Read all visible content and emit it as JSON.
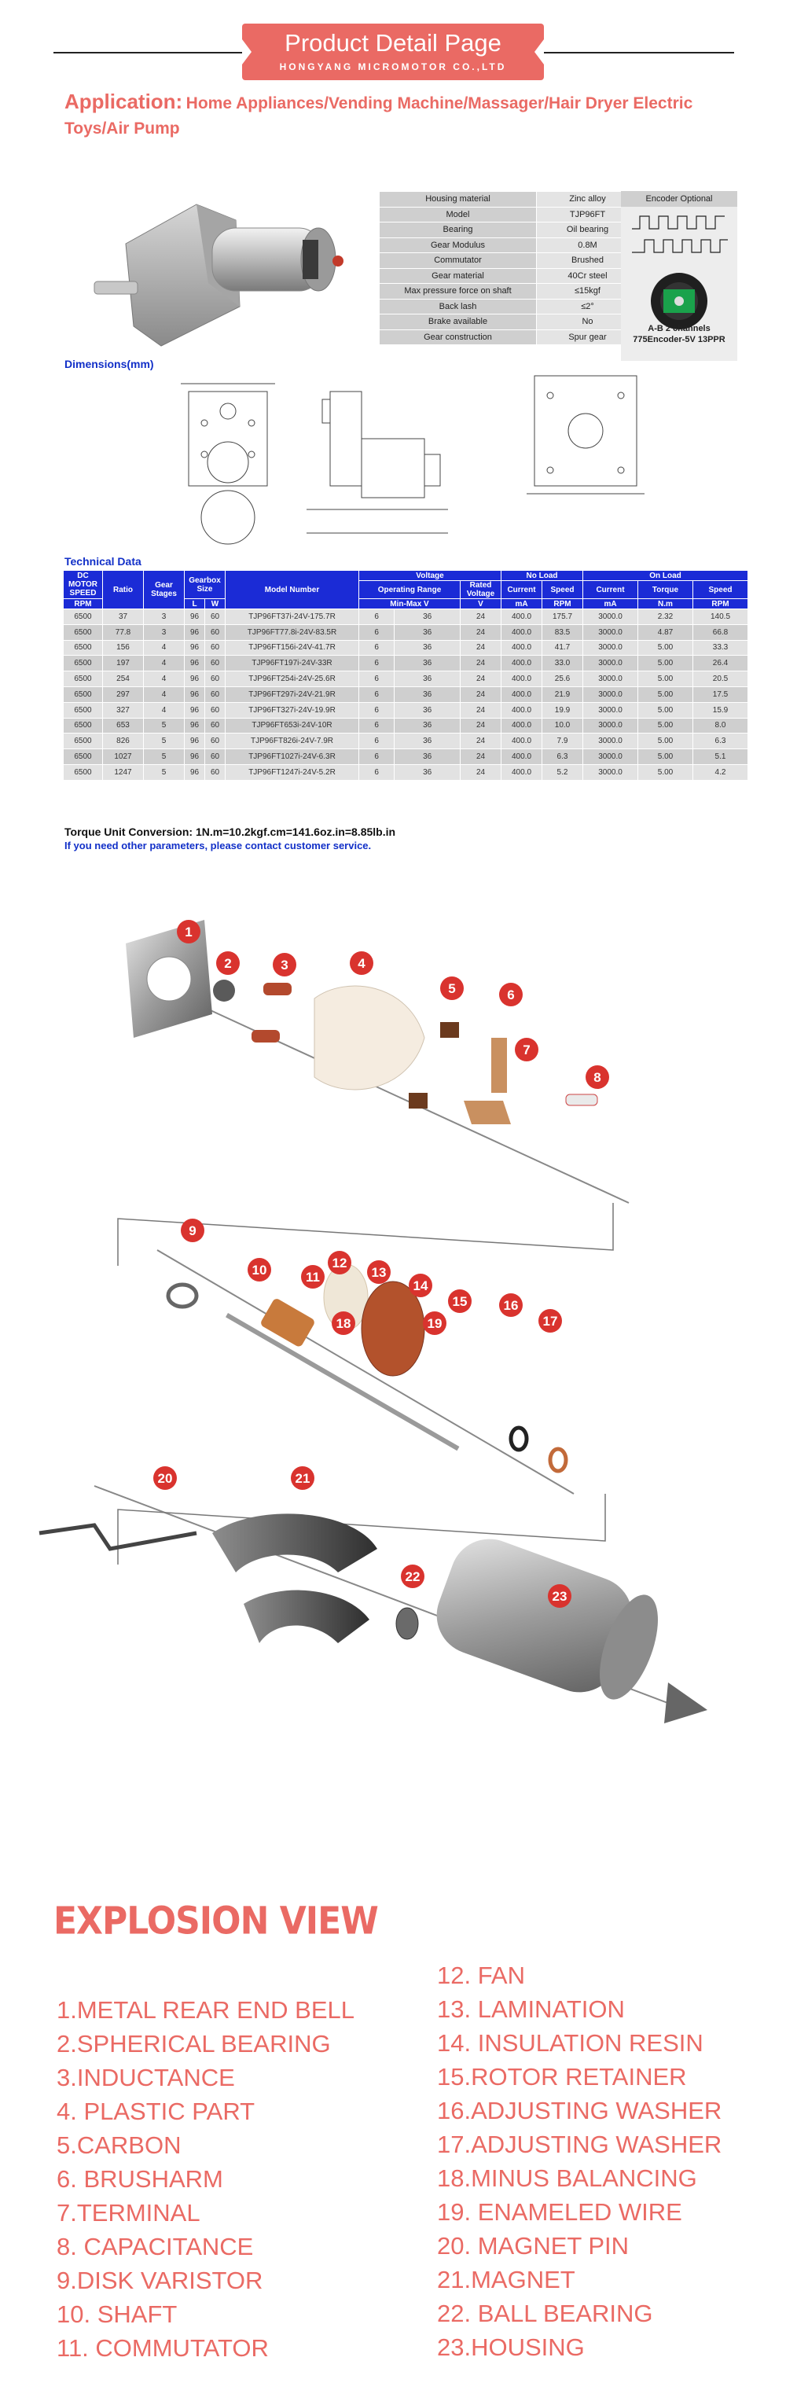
{
  "header": {
    "title": "Product Detail Page",
    "subtitle": "HONGYANG MICROMOTOR CO.,LTD"
  },
  "application": {
    "label": "Application:",
    "text": "Home Appliances/Vending Machine/Massager/Hair Dryer Electric Toys/Air Pump"
  },
  "specs": {
    "rows": [
      {
        "key": "Housing material",
        "value": "Zinc alloy"
      },
      {
        "key": "Model",
        "value": "TJP96FT"
      },
      {
        "key": "Bearing",
        "value": "Oil bearing"
      },
      {
        "key": "Gear Modulus",
        "value": "0.8M"
      },
      {
        "key": "Commutator",
        "value": "Brushed"
      },
      {
        "key": "Gear material",
        "value": "40Cr steel"
      },
      {
        "key": "Max pressure force on shaft",
        "value": "≤15kgf"
      },
      {
        "key": "Back lash",
        "value": "≤2°"
      },
      {
        "key": "Brake available",
        "value": "No"
      },
      {
        "key": "Gear construction",
        "value": "Spur gear"
      }
    ]
  },
  "encoder": {
    "title": "Encoder Optional",
    "caption_line1": "A-B 2 channels",
    "caption_line2": "775Encoder-5V 13PPR"
  },
  "dimensions_label": "Dimensions(mm)",
  "tech": {
    "label": "Technical Data",
    "headers": {
      "dc_speed": "DC MOTOR SPEED",
      "ratio": "Ratio",
      "gear_stages": "Gear Stages",
      "gearbox_size": "Gearbox Size",
      "model_number": "Model Number",
      "voltage": "Voltage",
      "no_load": "No Load",
      "on_load": "On Load",
      "operating_range": "Operating Range",
      "rated_voltage": "Rated Voltage",
      "current": "Current",
      "speed": "Speed",
      "torque": "Torque",
      "size_l": "L",
      "size_w": "W"
    },
    "units": {
      "rpm": "RPM",
      "min_max_v": "Min-Max V",
      "v": "V",
      "ma": "mA",
      "nm": "N.m"
    },
    "rows": [
      [
        "6500",
        "37",
        "3",
        "96",
        "60",
        "TJP96FT37i-24V-175.7R",
        "6",
        "36",
        "24",
        "400.0",
        "175.7",
        "3000.0",
        "2.32",
        "140.5"
      ],
      [
        "6500",
        "77.8",
        "3",
        "96",
        "60",
        "TJP96FT77.8i-24V-83.5R",
        "6",
        "36",
        "24",
        "400.0",
        "83.5",
        "3000.0",
        "4.87",
        "66.8"
      ],
      [
        "6500",
        "156",
        "4",
        "96",
        "60",
        "TJP96FT156i-24V-41.7R",
        "6",
        "36",
        "24",
        "400.0",
        "41.7",
        "3000.0",
        "5.00",
        "33.3"
      ],
      [
        "6500",
        "197",
        "4",
        "96",
        "60",
        "TJP96FT197i-24V-33R",
        "6",
        "36",
        "24",
        "400.0",
        "33.0",
        "3000.0",
        "5.00",
        "26.4"
      ],
      [
        "6500",
        "254",
        "4",
        "96",
        "60",
        "TJP96FT254i-24V-25.6R",
        "6",
        "36",
        "24",
        "400.0",
        "25.6",
        "3000.0",
        "5.00",
        "20.5"
      ],
      [
        "6500",
        "297",
        "4",
        "96",
        "60",
        "TJP96FT297i-24V-21.9R",
        "6",
        "36",
        "24",
        "400.0",
        "21.9",
        "3000.0",
        "5.00",
        "17.5"
      ],
      [
        "6500",
        "327",
        "4",
        "96",
        "60",
        "TJP96FT327i-24V-19.9R",
        "6",
        "36",
        "24",
        "400.0",
        "19.9",
        "3000.0",
        "5.00",
        "15.9"
      ],
      [
        "6500",
        "653",
        "5",
        "96",
        "60",
        "TJP96FT653i-24V-10R",
        "6",
        "36",
        "24",
        "400.0",
        "10.0",
        "3000.0",
        "5.00",
        "8.0"
      ],
      [
        "6500",
        "826",
        "5",
        "96",
        "60",
        "TJP96FT826i-24V-7.9R",
        "6",
        "36",
        "24",
        "400.0",
        "7.9",
        "3000.0",
        "5.00",
        "6.3"
      ],
      [
        "6500",
        "1027",
        "5",
        "96",
        "60",
        "TJP96FT1027i-24V-6.3R",
        "6",
        "36",
        "24",
        "400.0",
        "6.3",
        "3000.0",
        "5.00",
        "5.1"
      ],
      [
        "6500",
        "1247",
        "5",
        "96",
        "60",
        "TJP96FT1247i-24V-5.2R",
        "6",
        "36",
        "24",
        "400.0",
        "5.2",
        "3000.0",
        "5.00",
        "4.2"
      ]
    ],
    "torque_conversion": "Torque Unit Conversion: 1N.m=10.2kgf.cm=141.6oz.in=8.85lb.in",
    "contact_note": "If you need other parameters, please contact customer service."
  },
  "explosion": {
    "title": "EXPLOSION VIEW",
    "left_items": [
      "1.METAL REAR END BELL",
      "2.SPHERICAL BEARING",
      "3.INDUCTANCE",
      "4. PLASTIC PART",
      "5.CARBON",
      "6. BRUSHARM",
      "7.TERMINAL",
      "8. CAPACITANCE",
      "9.DISK VARISTOR",
      "10. SHAFT",
      "11. COMMUTATOR"
    ],
    "right_items": [
      "12. FAN",
      "13. LAMINATION",
      "14. INSULATION RESIN",
      "15.ROTOR RETAINER",
      "16.ADJUSTING WASHER",
      "17.ADJUSTING WASHER",
      "18.MINUS BALANCING",
      "19. ENAMELED WIRE",
      "20. MAGNET PIN",
      "21.MAGNET",
      "22. BALL BEARING",
      "23.HOUSING"
    ],
    "callouts": [
      "1",
      "2",
      "3",
      "4",
      "5",
      "6",
      "7",
      "8",
      "9",
      "10",
      "11",
      "12",
      "13",
      "14",
      "15",
      "16",
      "17",
      "18",
      "19",
      "20",
      "21",
      "22",
      "23"
    ]
  },
  "colors": {
    "accent": "#ea6a64",
    "table_blue": "#1b2bd6",
    "link_blue": "#1230c8",
    "callout_red": "#d9332e"
  }
}
